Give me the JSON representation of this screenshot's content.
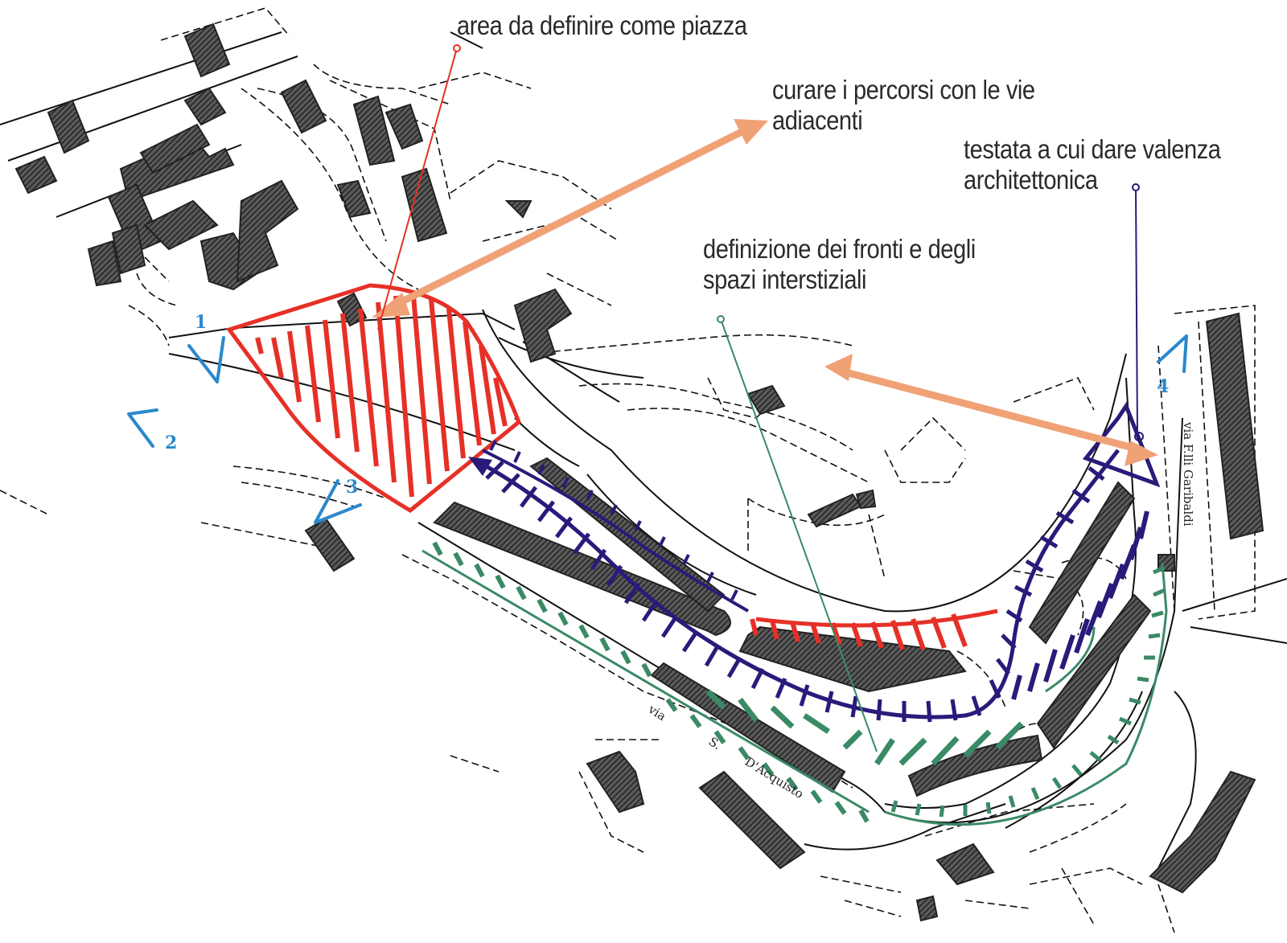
{
  "annotations": {
    "piazza": "area da definire come piazza",
    "percorsi_line1": "curare i percorsi con le vie",
    "percorsi_line2": "adiacenti",
    "testata_line1": "testata a cui dare valenza",
    "testata_line2": "architettonica",
    "fronti_line1": "definizione dei fronti e degli",
    "fronti_line2": "spazi interstiziali"
  },
  "viewpoints": [
    "1",
    "2",
    "3",
    "4"
  ],
  "streets": {
    "via_part1": "via",
    "via_part2": "S.",
    "via_part3": "D'Acquisto",
    "vertical": "via F.lli Garibaldi"
  },
  "colors": {
    "red": "#e63027",
    "navy": "#2a1a7a",
    "green": "#3a8a66",
    "orange": "#f0a276",
    "viewpoint": "#2a88cc",
    "building": "#3a3a3a"
  }
}
